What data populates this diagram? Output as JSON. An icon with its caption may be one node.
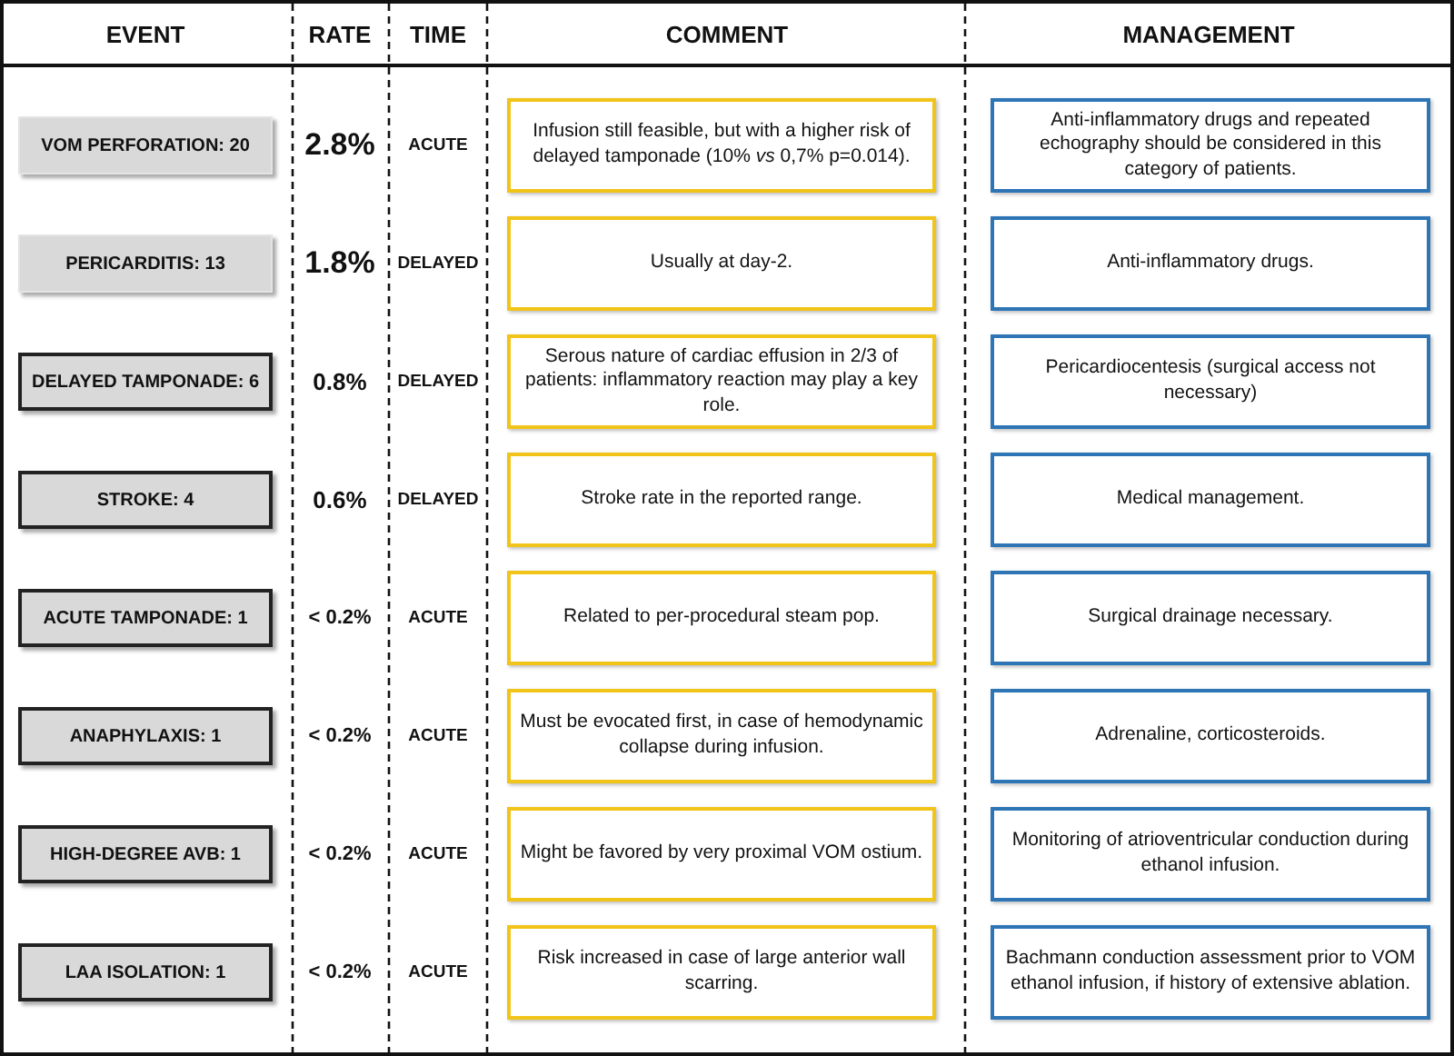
{
  "diagram": {
    "nodes": [
      {
        "text": [
          "VOM PERFORATION: 20"
        ]
      },
      {
        "text": [
          "Infusion still feasible, but with a higher risk of delayed tamponade (10% *vs* 0,7% p=0.014)."
        ]
      },
      {
        "text": [
          "Anti-inflammatory drugs and repeated echography should be considered in this category of patients."
        ]
      },
      {
        "text": [
          "PERICARDITIS: 13"
        ]
      },
      {
        "text": [
          "Usually at day-2."
        ]
      },
      {
        "text": [
          "Anti-inflammatory drugs."
        ]
      },
      {
        "text": [
          "DELAYED TAMPONADE: 6"
        ]
      },
      {
        "text": [
          "Serous nature of cardiac effusion in 2/3 of patients: inflammatory reaction may play a key role."
        ]
      },
      {
        "text": [
          "Pericardiocentesis (surgical access not necessary)"
        ]
      },
      {
        "text": [
          "STROKE: 4"
        ]
      },
      {
        "text": [
          "Stroke rate in the reported range."
        ]
      },
      {
        "text": [
          "Medical management."
        ]
      },
      {
        "text": [
          "ACUTE TAMPONADE: 1"
        ]
      },
      {
        "text": [
          "Related to per-procedural steam pop."
        ]
      },
      {
        "text": [
          "Surgical drainage necessary."
        ]
      },
      {
        "text": [
          "ANAPHYLAXIS: 1"
        ]
      },
      {
        "text": [
          "Must be evocated first, in case of hemodynamic collapse during infusion."
        ]
      },
      {
        "text": [
          "Adrenaline, corticosteroids."
        ]
      },
      {
        "text": [
          "HIGH-DEGREE AVB: 1"
        ]
      },
      {
        "text": [
          "Might be favored by very proximal VOM ostium."
        ]
      },
      {
        "text": [
          "Monitoring of atrioventricular conduction during ethanol infusion."
        ]
      },
      {
        "text": [
          "LAA ISOLATION: 1"
        ]
      },
      {
        "text": [
          "Risk increased in case of large anterior wall scarring."
        ]
      },
      {
        "text": [
          "Bachmann conduction assessment prior to VOM ethanol infusion, if history of extensive ablation."
        ]
      }
    ],
    "labels": [
      "EVENT",
      "RATE",
      "TIME",
      "COMMENT",
      "MANAGEMENT",
      "2.8%",
      "ACUTE",
      "1.8%",
      "DELAYED",
      "0.8%",
      "DELAYED",
      "0.6%",
      "DELAYED",
      "< 0.2%",
      "ACUTE",
      "< 0.2%",
      "ACUTE",
      "< 0.2%",
      "ACUTE",
      "< 0.2%",
      "ACUTE"
    ]
  }
}
